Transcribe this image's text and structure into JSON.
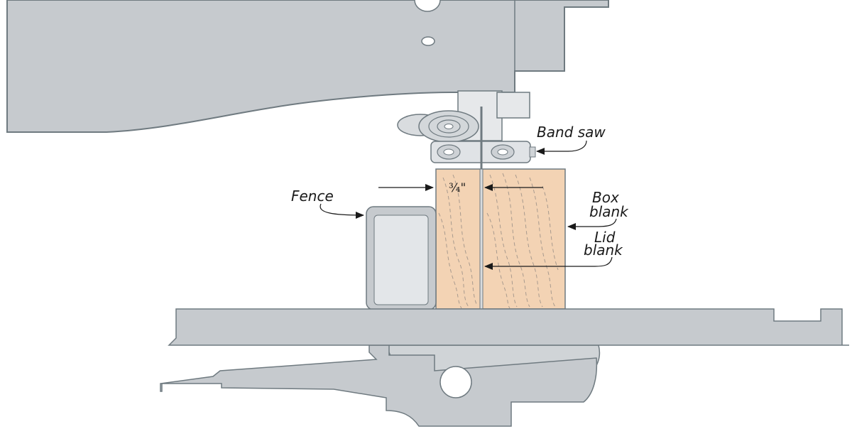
{
  "labels": {
    "band_saw": "Band saw",
    "fence": "Fence",
    "box_blank_line1": "Box",
    "box_blank_line2": "blank",
    "lid_blank_line1": "Lid",
    "lid_blank_line2": "blank",
    "dimension": "¾\""
  },
  "colors": {
    "machine_gray": "#c6cace",
    "outline": "#6f7a80",
    "wood": "#f3d3b4",
    "fence_face": "#e3e6e9",
    "text": "#1a1a1a"
  }
}
